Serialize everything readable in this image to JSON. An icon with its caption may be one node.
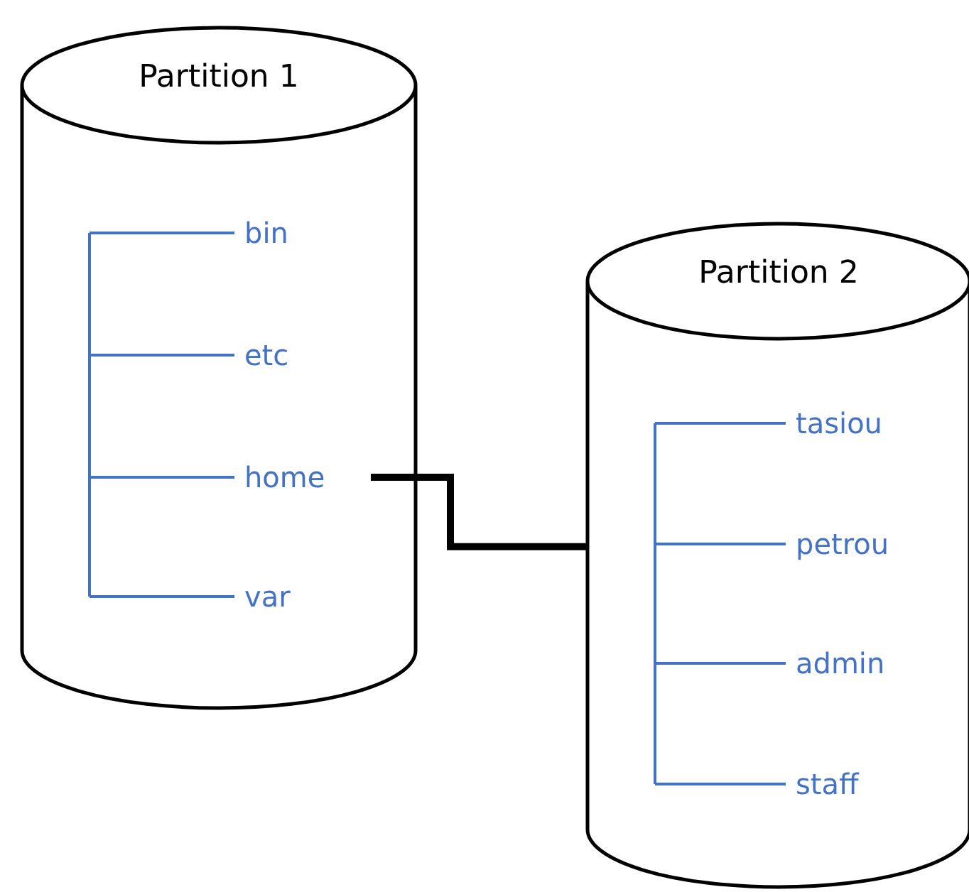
{
  "diagram": {
    "nodes": [
      {
        "text": [
          "Partition 1"
        ]
      },
      {
        "text": [
          "bin"
        ],
        "in": 0
      },
      {
        "text": [
          "etc"
        ],
        "in": 0
      },
      {
        "text": [
          "home"
        ],
        "in": 0
      },
      {
        "text": [
          "var"
        ],
        "in": 0
      },
      {
        "text": [
          "Partition 2"
        ]
      },
      {
        "text": [
          "tasiou"
        ],
        "in": 5
      },
      {
        "text": [
          "petrou"
        ],
        "in": 5
      },
      {
        "text": [
          "admin"
        ],
        "in": 5
      },
      {
        "text": [
          "staff"
        ],
        "in": 5
      }
    ],
    "edges": [
      {
        "from": null,
        "to": 1,
        "arrow": "none"
      },
      {
        "from": null,
        "to": 2,
        "arrow": "none"
      },
      {
        "from": null,
        "to": 3,
        "arrow": "none"
      },
      {
        "from": null,
        "to": 4,
        "arrow": "none"
      },
      {
        "from": 3,
        "to": 5,
        "arrow": "none",
        "style": "thick",
        "color": "#000000"
      },
      {
        "from": null,
        "to": 6,
        "arrow": "none"
      },
      {
        "from": null,
        "to": 7,
        "arrow": "none"
      },
      {
        "from": null,
        "to": 8,
        "arrow": "none"
      },
      {
        "from": null,
        "to": 9,
        "arrow": "none"
      }
    ]
  }
}
